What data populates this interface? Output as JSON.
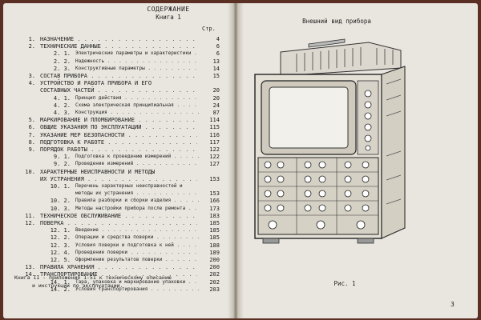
{
  "left_page": {
    "heading": "СОДЕРЖАНИЕ",
    "subheading": "Книга 1",
    "page_column_label": "Стр.",
    "toc": [
      {
        "num": "1.",
        "title": "НАЗНАЧЕНИЕ",
        "page": "4",
        "level": 1
      },
      {
        "num": "2.",
        "title": "ТЕХНИЧЕСКИЕ ДАННЫЕ",
        "page": "6",
        "level": 1
      },
      {
        "num": "2. 1.",
        "title": "Электрические параметры и характеристики",
        "page": "6",
        "level": 2
      },
      {
        "num": "2. 2.",
        "title": "Надежность",
        "page": "13",
        "level": 2
      },
      {
        "num": "2. 3.",
        "title": "Конструктивные параметры",
        "page": "14",
        "level": 2
      },
      {
        "num": "3.",
        "title": "СОСТАВ ПРИБОРА",
        "page": "15",
        "level": 1
      },
      {
        "num": "4.",
        "title": "УСТРОЙСТВО И РАБОТА ПРИБОРА И ЕГО",
        "title2": "СОСТАВНЫХ ЧАСТЕЙ",
        "page": "20",
        "level": 1
      },
      {
        "num": "4. 1.",
        "title": "Принцип действия",
        "page": "20",
        "level": 2
      },
      {
        "num": "4. 2.",
        "title": "Схема электрическая принципиальная",
        "page": "24",
        "level": 2
      },
      {
        "num": "4. 3.",
        "title": "Конструкция",
        "page": "87",
        "level": 2
      },
      {
        "num": "5.",
        "title": "МАРКИРОВАНИЕ И ПЛОМБИРОВАНИЕ",
        "page": "114",
        "level": 1
      },
      {
        "num": "6.",
        "title": "ОБЩИЕ УКАЗАНИЯ ПО ЭКСПЛУАТАЦИИ",
        "page": "115",
        "level": 1
      },
      {
        "num": "7.",
        "title": "УКАЗАНИЕ МЕР БЕЗОПАСНОСТИ",
        "page": "116",
        "level": 1
      },
      {
        "num": "8.",
        "title": "ПОДГОТОВКА К РАБОТЕ",
        "page": "117",
        "level": 1
      },
      {
        "num": "9.",
        "title": "ПОРЯДОК РАБОТЫ",
        "page": "122",
        "level": 1
      },
      {
        "num": "9. 1.",
        "title": "Подготовка к проведению измерений",
        "page": "122",
        "level": 2
      },
      {
        "num": "9. 2.",
        "title": "Проведение измерений",
        "page": "127",
        "level": 2
      },
      {
        "num": "10.",
        "title": "ХАРАКТЕРНЫЕ НЕИСПРАВНОСТИ И МЕТОДЫ",
        "title2": "ИХ УСТРАНЕНИЯ",
        "page": "153",
        "level": 1
      },
      {
        "num": "10. 1.",
        "title": "Перечень характерных неисправностей и",
        "title2": "методы их устранения",
        "page": "153",
        "level": 2
      },
      {
        "num": "10. 2.",
        "title": "Правила разборки и сборки изделия",
        "page": "166",
        "level": 2
      },
      {
        "num": "10. 3.",
        "title": "Методы настройки прибора после ремонта",
        "page": "173",
        "level": 2
      },
      {
        "num": "11.",
        "title": "ТЕХНИЧЕСКОЕ ОБСЛУЖИВАНИЕ",
        "page": "183",
        "level": 1
      },
      {
        "num": "12.",
        "title": "ПОВЕРКА",
        "page": "185",
        "level": 1
      },
      {
        "num": "12. 1.",
        "title": "Введение",
        "page": "185",
        "level": 2
      },
      {
        "num": "12. 2.",
        "title": "Операции и средства поверки",
        "page": "185",
        "level": 2
      },
      {
        "num": "12. 3.",
        "title": "Условия поверки и подготовка к ней",
        "page": "188",
        "level": 2
      },
      {
        "num": "12. 4.",
        "title": "Проведение поверки",
        "page": "189",
        "level": 2
      },
      {
        "num": "12. 5.",
        "title": "Оформление результатов поверки",
        "page": "200",
        "level": 2
      },
      {
        "num": "13.",
        "title": "ПРАВИЛА ХРАНЕНИЯ",
        "page": "200",
        "level": 1
      },
      {
        "num": "14.",
        "title": "ТРАНСПОРТИРОВАНИЕ",
        "page": "202",
        "level": 1
      },
      {
        "num": "14. 1.",
        "title": "Тара, упаковка и маркирование упаковки",
        "page": "202",
        "level": 2
      },
      {
        "num": "14. 2.",
        "title": "Условия транспортирования",
        "page": "203",
        "level": 2
      }
    ],
    "footnote_line1": "Книга II - приложения 1-51 к техническому описанию",
    "footnote_line2": "и инструкции по эксплуатации."
  },
  "right_page": {
    "title": "Внешний вид прибора",
    "caption": "Рис. 1",
    "page_number": "3"
  },
  "colors": {
    "background": "#5a2f24",
    "paper": "#e9e6df",
    "ink": "#222222"
  }
}
